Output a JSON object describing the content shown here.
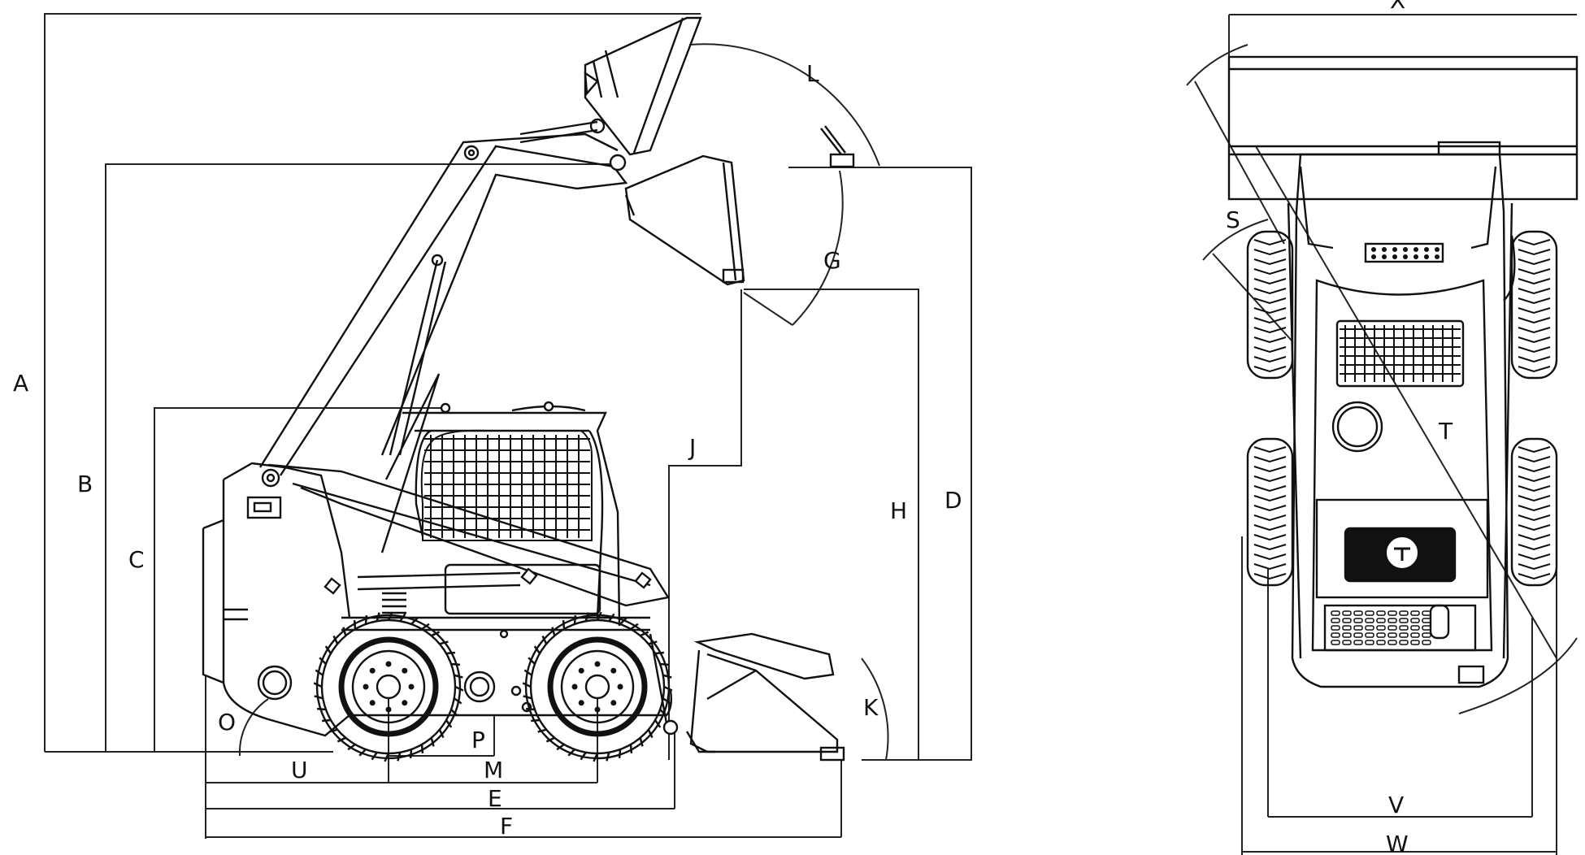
{
  "diagram": {
    "side_view": {
      "labels": {
        "A": "A",
        "B": "B",
        "C": "C",
        "D": "D",
        "E": "E",
        "F": "F",
        "G": "G",
        "H": "H",
        "J": "J",
        "K": "K",
        "L": "L",
        "M": "M",
        "O": "O",
        "P": "P",
        "U": "U"
      }
    },
    "top_view": {
      "labels": {
        "X": "X",
        "S": "S",
        "T": "T",
        "V": "V",
        "W": "W"
      }
    }
  }
}
